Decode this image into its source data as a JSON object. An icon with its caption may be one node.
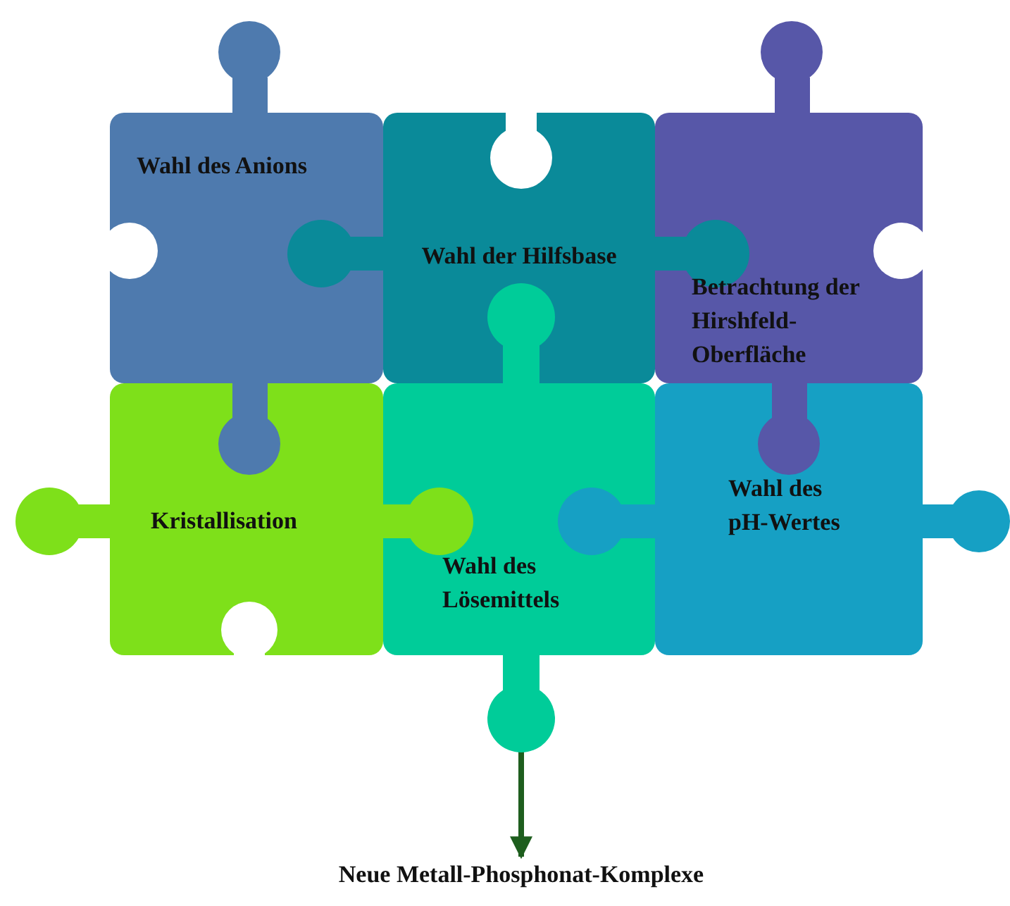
{
  "diagram": {
    "nodes": [
      {
        "text": [
          "Wahl des Anions"
        ]
      },
      {
        "text": [
          "Wahl der Hilfsbase"
        ]
      },
      {
        "text": [
          "Betrachtung der Hirshfeld-Oberfläche"
        ]
      },
      {
        "text": [
          "Kristallisation"
        ]
      },
      {
        "text": [
          "Wahl des Lösemittels"
        ]
      },
      {
        "text": [
          "Wahl des pH-Wertes"
        ]
      },
      {
        "text": [
          "Neue Metall-Phosphonat-Komplexe"
        ]
      }
    ],
    "edges": [
      {
        "from": 4,
        "to": 6,
        "arrow": "to"
      }
    ]
  }
}
